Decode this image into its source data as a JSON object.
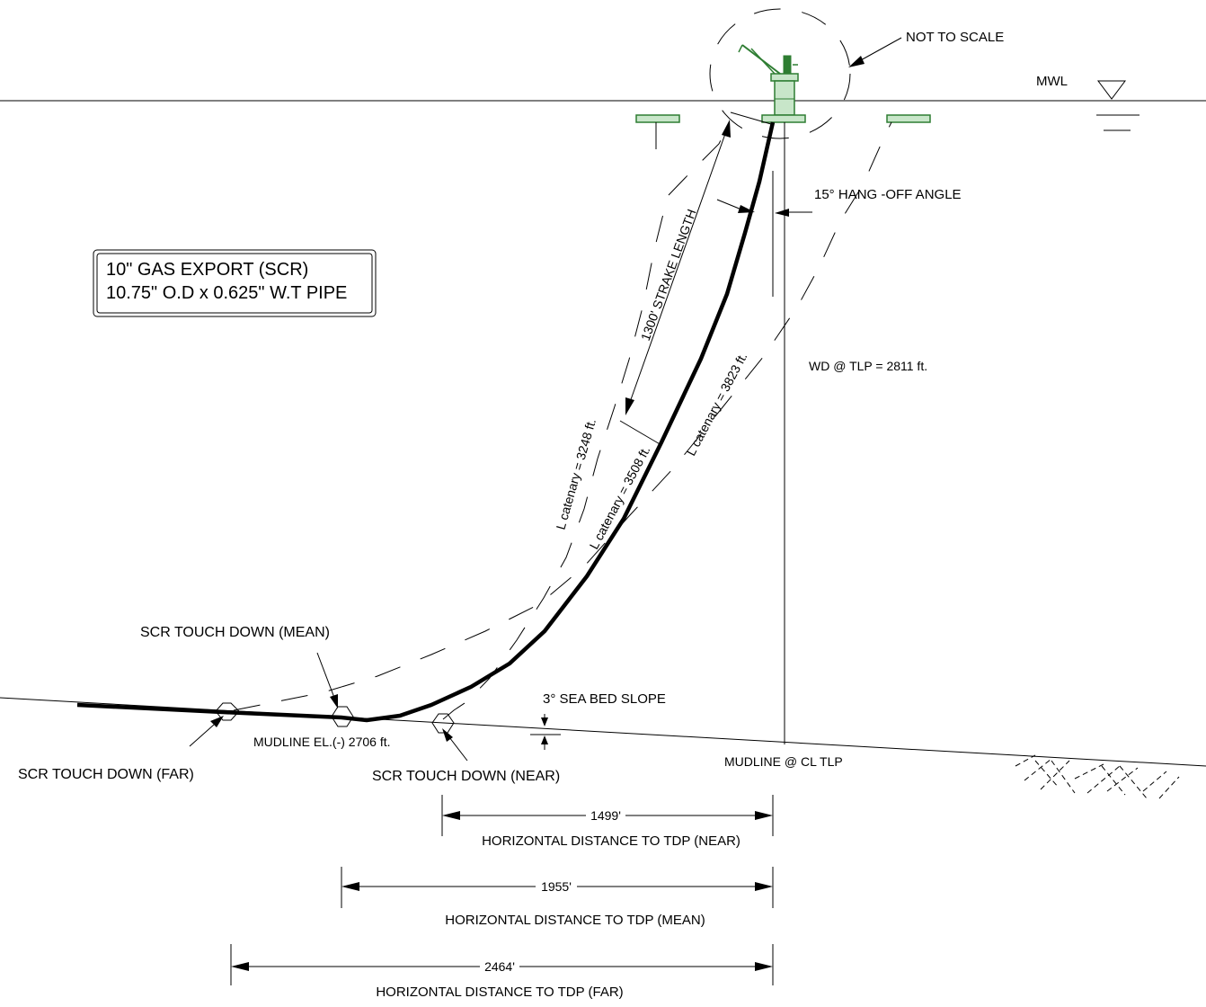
{
  "labels": {
    "not_to_scale": "NOT TO SCALE",
    "mwl": "MWL",
    "hang_off": "15°  HANG -OFF ANGLE",
    "strake_length": "1300' STRAKE LENGTH",
    "title_line1": "10\" GAS EXPORT (SCR)",
    "title_line2": "10.75\" O.D x 0.625\" W.T PIPE",
    "wd_tlp": "WD @ TLP =  2811 ft.",
    "l_cat_far": "L catenary = 3823 ft.",
    "l_cat_mean": "L catenary = 3508 ft.",
    "l_cat_near": "L catenary = 3248 ft.",
    "touchdown_mean": "SCR TOUCH DOWN (MEAN)",
    "touchdown_far": "SCR TOUCH DOWN (FAR)",
    "touchdown_near": "SCR TOUCH DOWN (NEAR)",
    "mudline_el": "MUDLINE EL.(-) 2706 ft.",
    "seabed_slope": "3°  SEA BED SLOPE",
    "mudline_cl": "MUDLINE @ CL TLP"
  },
  "dimensions": [
    {
      "value": "1499'",
      "label": "HORIZONTAL DISTANCE TO TDP (NEAR)"
    },
    {
      "value": "1955'",
      "label": "HORIZONTAL DISTANCE TO TDP (MEAN)"
    },
    {
      "value": "2464'",
      "label": "HORIZONTAL DISTANCE TO TDP (FAR)"
    }
  ],
  "colors": {
    "line": "#000000",
    "platform": "#2e7d32",
    "platform_fill": "#c8e6c9"
  }
}
